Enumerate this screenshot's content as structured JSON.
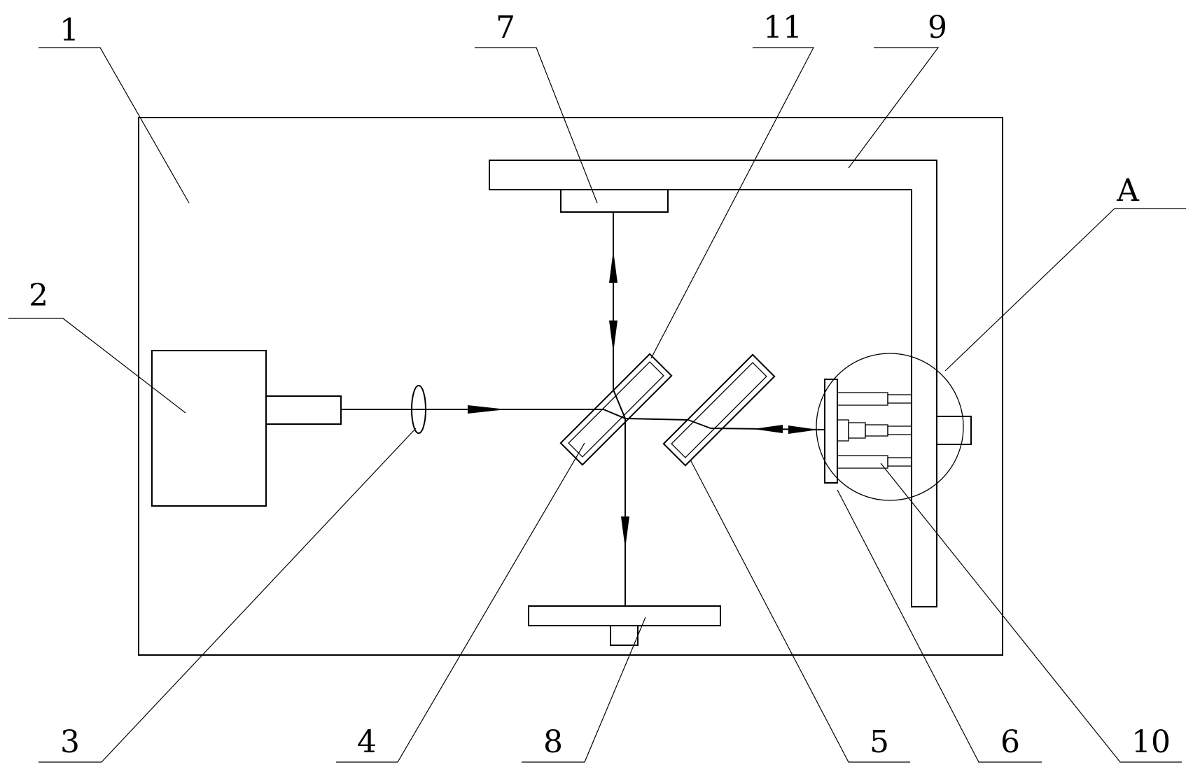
{
  "labels": {
    "l1": "1",
    "l2": "2",
    "l3": "3",
    "l4": "4",
    "l5": "5",
    "l6": "6",
    "l7": "7",
    "l8": "8",
    "l9": "9",
    "l10": "10",
    "l11": "11",
    "lA": "A"
  }
}
